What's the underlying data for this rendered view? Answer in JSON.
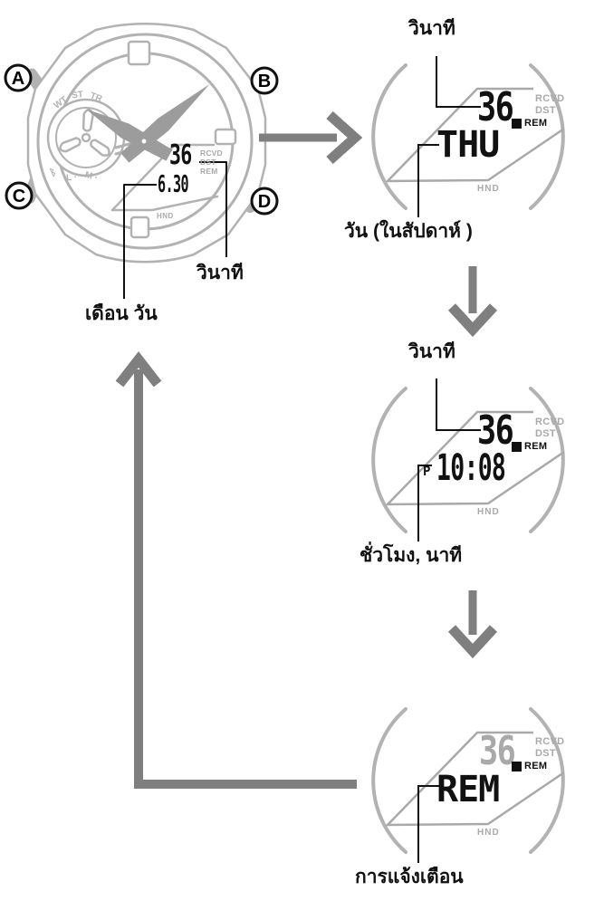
{
  "watch": {
    "buttons": [
      {
        "label": "A"
      },
      {
        "label": "B"
      },
      {
        "label": "C"
      },
      {
        "label": "D"
      }
    ],
    "subdial": {
      "ring_top": [
        "WT",
        "ST",
        "TR"
      ],
      "bluetooth": "ᛒ",
      "ring_bottom_1": "L ·",
      "ring_bottom_2": "M ·"
    },
    "lcd": {
      "seconds": "36",
      "indicators": [
        "RCVD",
        "DST",
        "REM"
      ],
      "month_day": "6.30",
      "hnd": "HND"
    },
    "labels": {
      "seconds": "วินาที",
      "month_day": "เดือน วัน"
    }
  },
  "displays": [
    {
      "id": "day-of-week-screen",
      "label_top": "วินาที",
      "seconds": "36",
      "indicators": [
        "RCVD",
        "DST",
        "REM"
      ],
      "main": "THU",
      "hnd": "HND",
      "label_bottom": "วัน (ในสัปดาห์ )"
    },
    {
      "id": "time-screen",
      "label_top": "วินาที",
      "seconds": "36",
      "indicators": [
        "RCVD",
        "DST",
        "REM"
      ],
      "pm": "P",
      "main": "10:08",
      "hnd": "HND",
      "label_bottom": "ชั่วโมง, นาที"
    },
    {
      "id": "reminder-screen",
      "seconds": "36",
      "indicators": [
        "RCVD",
        "DST",
        "REM"
      ],
      "main": "REM",
      "hnd": "HND",
      "label_bottom": "การแจ้งเตือน"
    }
  ],
  "colors": {
    "outline_gray": "#b2b2b2",
    "arrow_gray": "#7f7f7f",
    "lcd_inactive_gray": "#a9a9a9",
    "ink_black": "#111111"
  }
}
